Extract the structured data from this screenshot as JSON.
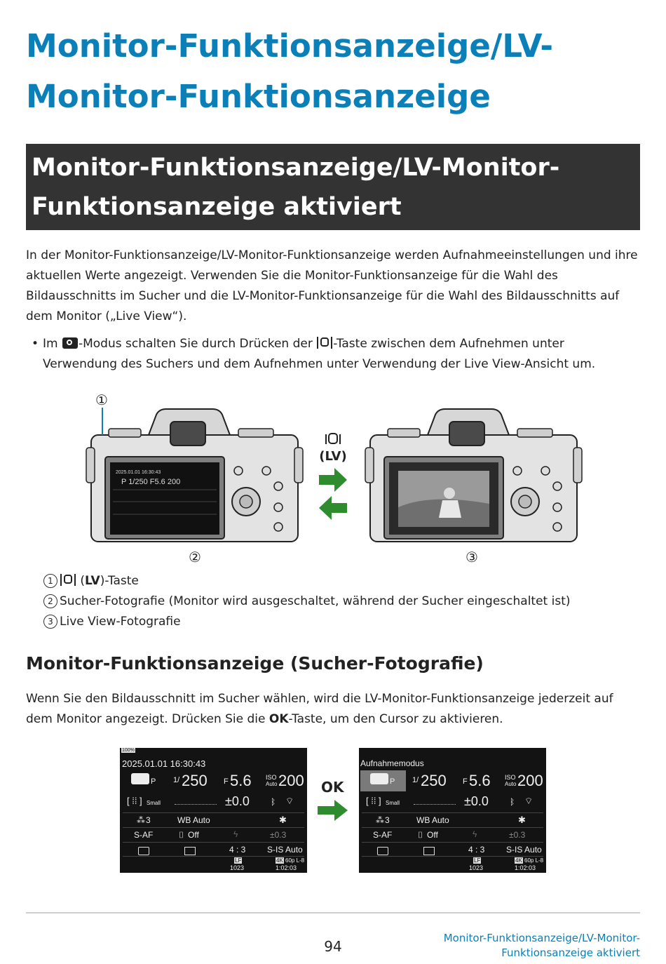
{
  "title": "Monitor-Funktionsanzeige/LV-Monitor-Funktionsanzeige",
  "section_title": "Monitor-Funktionsanzeige/LV-Monitor-Funktionsanzeige aktiviert",
  "intro": "In der Monitor-Funktionsanzeige/LV-Monitor-Funktionsanzeige werden Aufnahmeeinstellungen und ihre aktuellen Werte angezeigt. Verwenden Sie die Monitor-Funktionsanzeige für die Wahl des Bildausschnitts im Sucher und die LV-Monitor-Funktionsanzeige für die Wahl des Bildausschnitts auf dem Monitor („Live View“).",
  "bullet": {
    "part1": "Im ",
    "part2": "-Modus schalten Sie durch Drücken der ",
    "part3": "-Taste zwischen dem Aufnehmen unter Verwendung des Suchers und dem Aufnehmen unter Verwendung der Live View-Ansicht um."
  },
  "figure": {
    "callout1": "①",
    "callout2": "②",
    "callout3": "③",
    "lv_label": "LV"
  },
  "legend": [
    {
      "num": "1",
      "text_pre": " (",
      "bold": "LV",
      "text_post": ")-Taste"
    },
    {
      "num": "2",
      "text": "Sucher-Fotografie (Monitor wird ausgeschaltet, während der Sucher eingeschaltet ist)"
    },
    {
      "num": "3",
      "text": "Live View-Fotografie"
    }
  ],
  "subsection_title": "Monitor-Funktionsanzeige (Sucher-Fotografie)",
  "subsection_text_pre": "Wenn Sie den Bildausschnitt im Sucher wählen, wird die LV-Monitor-Funktionsanzeige jederzeit auf dem Monitor angezeigt. Drücken Sie die ",
  "subsection_text_bold": "OK",
  "subsection_text_post": "-Taste, um den Cursor zu aktivieren.",
  "screen1": {
    "battery": "100%",
    "datetime": "2025.01.01 16:30:43",
    "mode": "P",
    "shutter_prefix": "1/",
    "shutter": "250",
    "aperture_prefix": "F",
    "aperture": "5.6",
    "iso_label": "ISO",
    "iso_sub": "Auto",
    "iso": "200",
    "size": "Small",
    "exposure": "±0.0",
    "drive": "3",
    "wb": "WB Auto",
    "af": "S-AF",
    "face": "Off",
    "flash_comp": "±0.3",
    "aspect": "4 : 3",
    "is": "S-IS Auto",
    "quality": "LF",
    "shots": "1023",
    "video": "4K",
    "video_rate": "60p L-8",
    "rec_time": "1:02:03"
  },
  "ok_label": "OK",
  "screen2": {
    "header": "Aufnahmemodus",
    "mode": "P",
    "shutter_prefix": "1/",
    "shutter": "250",
    "aperture_prefix": "F",
    "aperture": "5.6",
    "iso_label": "ISO",
    "iso_sub": "Auto",
    "iso": "200",
    "size": "Small",
    "exposure": "±0.0",
    "drive": "3",
    "wb": "WB Auto",
    "af": "S-AF",
    "face": "Off",
    "flash_comp": "±0.3",
    "aspect": "4 : 3",
    "is": "S-IS Auto",
    "quality": "LF",
    "shots": "1023",
    "video": "4K",
    "video_rate": "60p L-8",
    "rec_time": "1:02:03"
  },
  "footer": {
    "page": "94",
    "title_line1": "Monitor-Funktionsanzeige/LV-Monitor-",
    "title_line2": "Funktionsanzeige aktiviert"
  },
  "colors": {
    "accent": "#0a7fb8",
    "banner": "#333333",
    "arrow": "#2e8b2e",
    "screen": "#131313",
    "cursor": "#7a7a7a"
  }
}
